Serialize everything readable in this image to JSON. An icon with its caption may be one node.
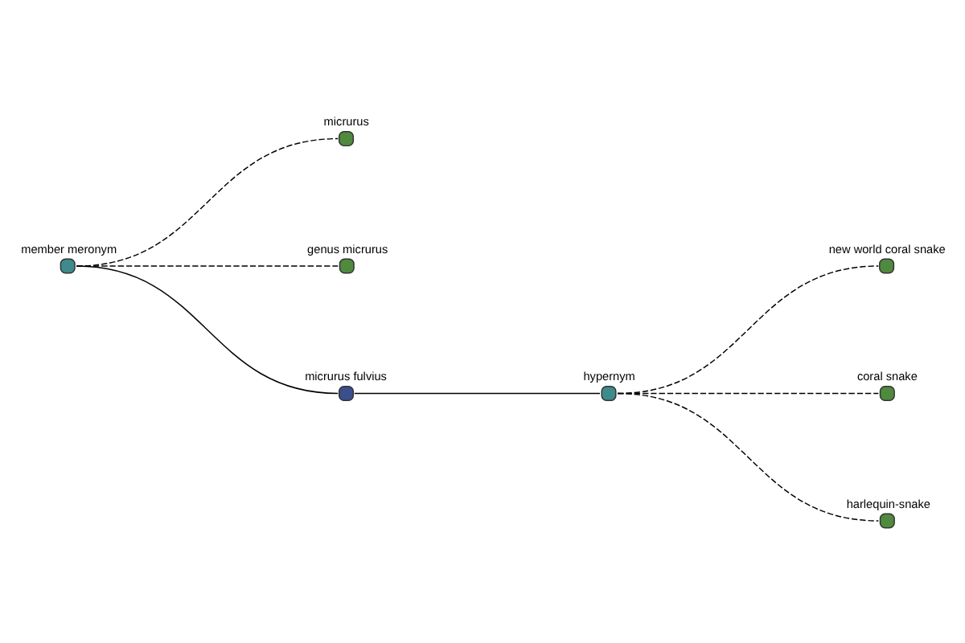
{
  "diagram": {
    "nodes": [
      {
        "text": [],
        "shape": "circle",
        "beside": [
          "micrurus"
        ]
      },
      {
        "text": [],
        "shape": "circle",
        "beside": [
          "genus micrurus"
        ]
      },
      {
        "text": [],
        "shape": "circle",
        "beside": [
          "member meronym"
        ]
      },
      {
        "text": [],
        "shape": "circle",
        "beside": [
          "micrurus fulvius"
        ]
      },
      {
        "text": [],
        "shape": "circle",
        "beside": [
          "new world coral snake"
        ]
      },
      {
        "text": [],
        "shape": "circle",
        "beside": [
          "hypernym"
        ]
      },
      {
        "text": [],
        "shape": "circle",
        "beside": [
          "coral snake"
        ]
      },
      {
        "text": [],
        "shape": "circle",
        "beside": [
          "harlequin-snake"
        ]
      }
    ],
    "edges": [
      {
        "from": 2,
        "to": 0,
        "arrow": "none",
        "style": "dashed"
      },
      {
        "from": 2,
        "to": 1,
        "arrow": "none",
        "style": "dashed"
      },
      {
        "from": 2,
        "to": 3,
        "arrow": "none"
      },
      {
        "from": 3,
        "to": 5,
        "arrow": "none"
      },
      {
        "from": 5,
        "to": 4,
        "arrow": "none",
        "style": "dashed"
      },
      {
        "from": 5,
        "to": 6,
        "arrow": "none",
        "style": "dashed"
      },
      {
        "from": 5,
        "to": 7,
        "arrow": "none",
        "style": "dashed"
      }
    ]
  }
}
